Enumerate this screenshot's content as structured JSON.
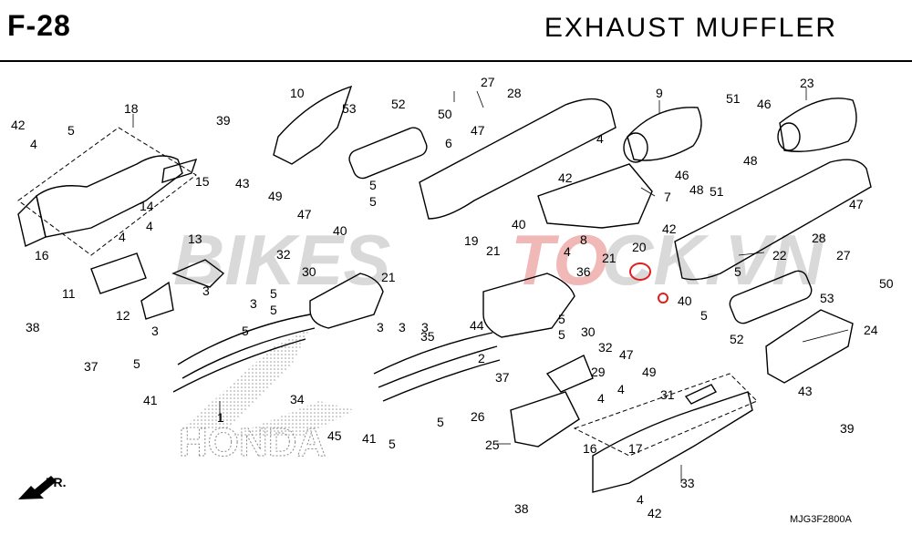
{
  "header": {
    "code": "F-28",
    "title": "EXHAUST  MUFFLER"
  },
  "watermark": {
    "left": "BIKES",
    "mid": "TO",
    "right": "CK.VN"
  },
  "honda_text": "HONDA",
  "direction_label": "FR.",
  "diagram_code": "MJG3F2800A",
  "colors": {
    "line": "#000000",
    "highlight": "#e02020",
    "watermark": "#d9d9d9"
  },
  "callouts": [
    {
      "id": "c1",
      "label": "1"
    },
    {
      "id": "c2",
      "label": "2"
    },
    {
      "id": "c3a",
      "label": "3"
    },
    {
      "id": "c3b",
      "label": "3"
    },
    {
      "id": "c3c",
      "label": "3"
    },
    {
      "id": "c3d",
      "label": "3"
    },
    {
      "id": "c3e",
      "label": "3"
    },
    {
      "id": "c3f",
      "label": "3"
    },
    {
      "id": "c4a",
      "label": "4"
    },
    {
      "id": "c4b",
      "label": "4"
    },
    {
      "id": "c4c",
      "label": "4"
    },
    {
      "id": "c4d",
      "label": "4"
    },
    {
      "id": "c4e",
      "label": "4"
    },
    {
      "id": "c4f",
      "label": "4"
    },
    {
      "id": "c4g",
      "label": "4"
    },
    {
      "id": "c4h",
      "label": "4"
    },
    {
      "id": "c5a",
      "label": "5"
    },
    {
      "id": "c5b",
      "label": "5"
    },
    {
      "id": "c5c",
      "label": "5"
    },
    {
      "id": "c5d",
      "label": "5"
    },
    {
      "id": "c5e",
      "label": "5"
    },
    {
      "id": "c5f",
      "label": "5"
    },
    {
      "id": "c5g",
      "label": "5"
    },
    {
      "id": "c5h",
      "label": "5"
    },
    {
      "id": "c5i",
      "label": "5"
    },
    {
      "id": "c5j",
      "label": "5"
    },
    {
      "id": "c5k",
      "label": "5"
    },
    {
      "id": "c5l",
      "label": "5"
    },
    {
      "id": "c5m",
      "label": "5"
    },
    {
      "id": "c6",
      "label": "6"
    },
    {
      "id": "c7",
      "label": "7"
    },
    {
      "id": "c8",
      "label": "8"
    },
    {
      "id": "c9",
      "label": "9"
    },
    {
      "id": "c10",
      "label": "10"
    },
    {
      "id": "c11",
      "label": "11"
    },
    {
      "id": "c12",
      "label": "12"
    },
    {
      "id": "c13",
      "label": "13"
    },
    {
      "id": "c14",
      "label": "14"
    },
    {
      "id": "c15",
      "label": "15"
    },
    {
      "id": "c16a",
      "label": "16"
    },
    {
      "id": "c16b",
      "label": "16"
    },
    {
      "id": "c17",
      "label": "17"
    },
    {
      "id": "c18",
      "label": "18"
    },
    {
      "id": "c19",
      "label": "19"
    },
    {
      "id": "c20",
      "label": "20"
    },
    {
      "id": "c21a",
      "label": "21"
    },
    {
      "id": "c21b",
      "label": "21"
    },
    {
      "id": "c21c",
      "label": "21"
    },
    {
      "id": "c22",
      "label": "22"
    },
    {
      "id": "c23",
      "label": "23"
    },
    {
      "id": "c24",
      "label": "24"
    },
    {
      "id": "c25",
      "label": "25"
    },
    {
      "id": "c26",
      "label": "26"
    },
    {
      "id": "c27a",
      "label": "27"
    },
    {
      "id": "c27b",
      "label": "27"
    },
    {
      "id": "c28a",
      "label": "28"
    },
    {
      "id": "c28b",
      "label": "28"
    },
    {
      "id": "c29",
      "label": "29"
    },
    {
      "id": "c30a",
      "label": "30"
    },
    {
      "id": "c30b",
      "label": "30"
    },
    {
      "id": "c31",
      "label": "31"
    },
    {
      "id": "c32a",
      "label": "32"
    },
    {
      "id": "c32b",
      "label": "32"
    },
    {
      "id": "c33",
      "label": "33"
    },
    {
      "id": "c34",
      "label": "34"
    },
    {
      "id": "c35",
      "label": "35"
    },
    {
      "id": "c36",
      "label": "36"
    },
    {
      "id": "c37a",
      "label": "37"
    },
    {
      "id": "c37b",
      "label": "37"
    },
    {
      "id": "c38a",
      "label": "38"
    },
    {
      "id": "c38b",
      "label": "38"
    },
    {
      "id": "c39a",
      "label": "39"
    },
    {
      "id": "c39b",
      "label": "39"
    },
    {
      "id": "c40a",
      "label": "40"
    },
    {
      "id": "c40b",
      "label": "40"
    },
    {
      "id": "c40c",
      "label": "40"
    },
    {
      "id": "c41a",
      "label": "41"
    },
    {
      "id": "c41b",
      "label": "41"
    },
    {
      "id": "c42a",
      "label": "42"
    },
    {
      "id": "c42b",
      "label": "42"
    },
    {
      "id": "c42c",
      "label": "42"
    },
    {
      "id": "c42d",
      "label": "42"
    },
    {
      "id": "c43a",
      "label": "43"
    },
    {
      "id": "c43b",
      "label": "43"
    },
    {
      "id": "c44",
      "label": "44"
    },
    {
      "id": "c45",
      "label": "45"
    },
    {
      "id": "c46a",
      "label": "46"
    },
    {
      "id": "c46b",
      "label": "46"
    },
    {
      "id": "c47a",
      "label": "47"
    },
    {
      "id": "c47b",
      "label": "47"
    },
    {
      "id": "c47c",
      "label": "47"
    },
    {
      "id": "c47d",
      "label": "47"
    },
    {
      "id": "c48a",
      "label": "48"
    },
    {
      "id": "c48b",
      "label": "48"
    },
    {
      "id": "c49a",
      "label": "49"
    },
    {
      "id": "c49b",
      "label": "49"
    },
    {
      "id": "c50a",
      "label": "50"
    },
    {
      "id": "c50b",
      "label": "50"
    },
    {
      "id": "c51a",
      "label": "51"
    },
    {
      "id": "c51b",
      "label": "51"
    },
    {
      "id": "c52a",
      "label": "52"
    },
    {
      "id": "c52b",
      "label": "52"
    },
    {
      "id": "c53a",
      "label": "53"
    },
    {
      "id": "c53b",
      "label": "53"
    }
  ]
}
